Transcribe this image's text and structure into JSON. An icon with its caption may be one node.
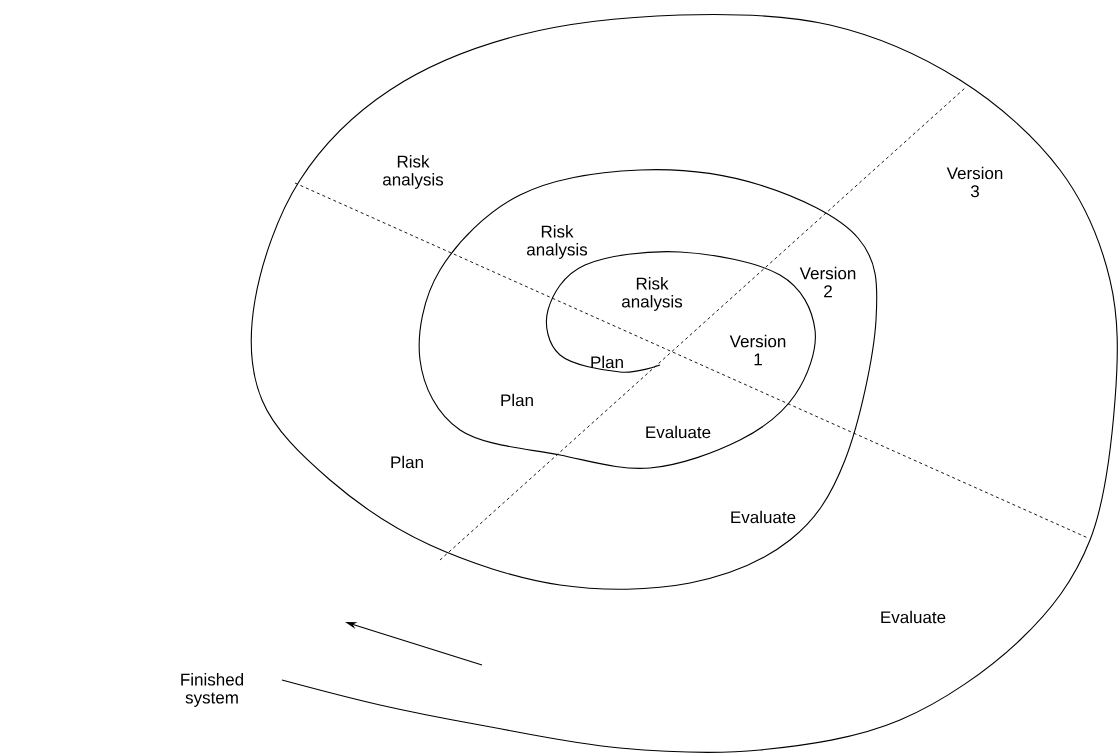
{
  "diagram": {
    "labels": [
      "Risk analysis",
      "Version 3",
      "Risk analysis",
      "Version 2",
      "Risk analysis",
      "Version 1",
      "Plan",
      "Plan",
      "Evaluate",
      "Plan",
      "Evaluate",
      "Evaluate",
      "Finished system"
    ]
  }
}
